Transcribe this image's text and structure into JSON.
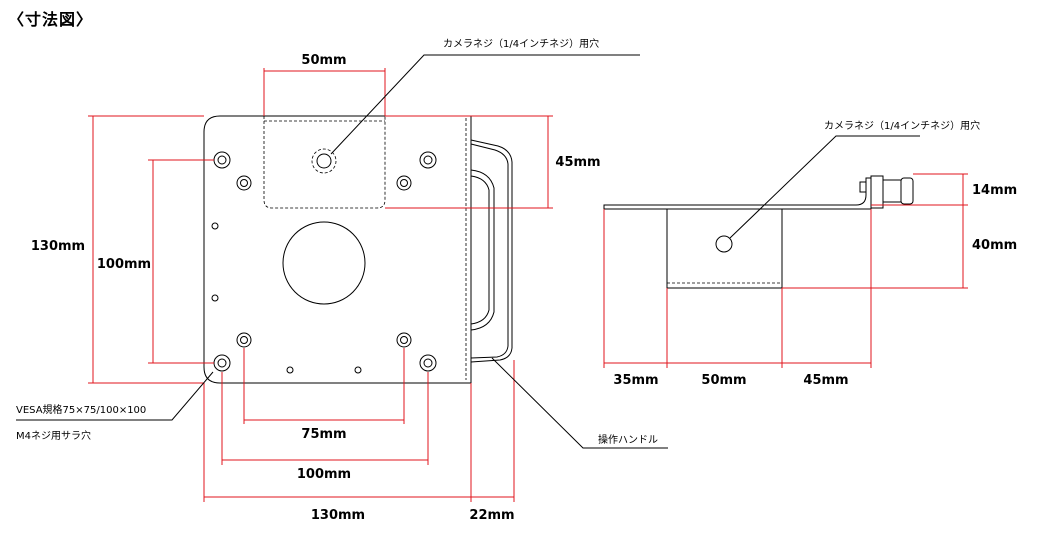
{
  "title": "〈寸法図〉",
  "front_view": {
    "dimensions": {
      "top_width": "50mm",
      "total_height": "130mm",
      "inner_height": "100mm",
      "handle_offset": "45mm",
      "hole_spacing_75": "75mm",
      "hole_spacing_100": "100mm",
      "total_width": "130mm",
      "handle_depth": "22mm"
    },
    "labels": {
      "camera_screw": "カメラネジ（1/4インチネジ）用穴",
      "vesa_line1": "VESA規格75×75/100×100",
      "vesa_line2": "M4ネジ用サラ穴",
      "handle": "操作ハンドル"
    }
  },
  "side_view": {
    "dimensions": {
      "screw_height": "14mm",
      "bracket_height": "40mm",
      "left_offset": "35mm",
      "bracket_width": "50mm",
      "right_offset": "45mm"
    },
    "labels": {
      "camera_screw": "カメラネジ（1/4インチネジ）用穴"
    }
  }
}
